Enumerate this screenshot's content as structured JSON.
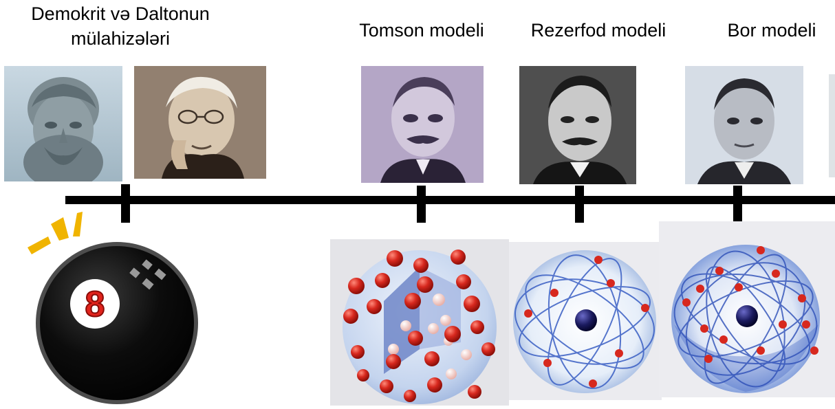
{
  "labels": {
    "demokrit_dalton": "Demokrit və Daltonun\nmülahizələri",
    "tomson": "Tomson modeli",
    "rezerfod": "Rezerfod modeli",
    "bor": "Bor modeli"
  },
  "ball_number": "8",
  "colors": {
    "timeline": "#000000",
    "electron": "#d7281e",
    "nucleus": "#1a1a5e",
    "orbit": "#3a5fc4",
    "sphere": "#c8d8f0",
    "burst": "#f0b400"
  }
}
